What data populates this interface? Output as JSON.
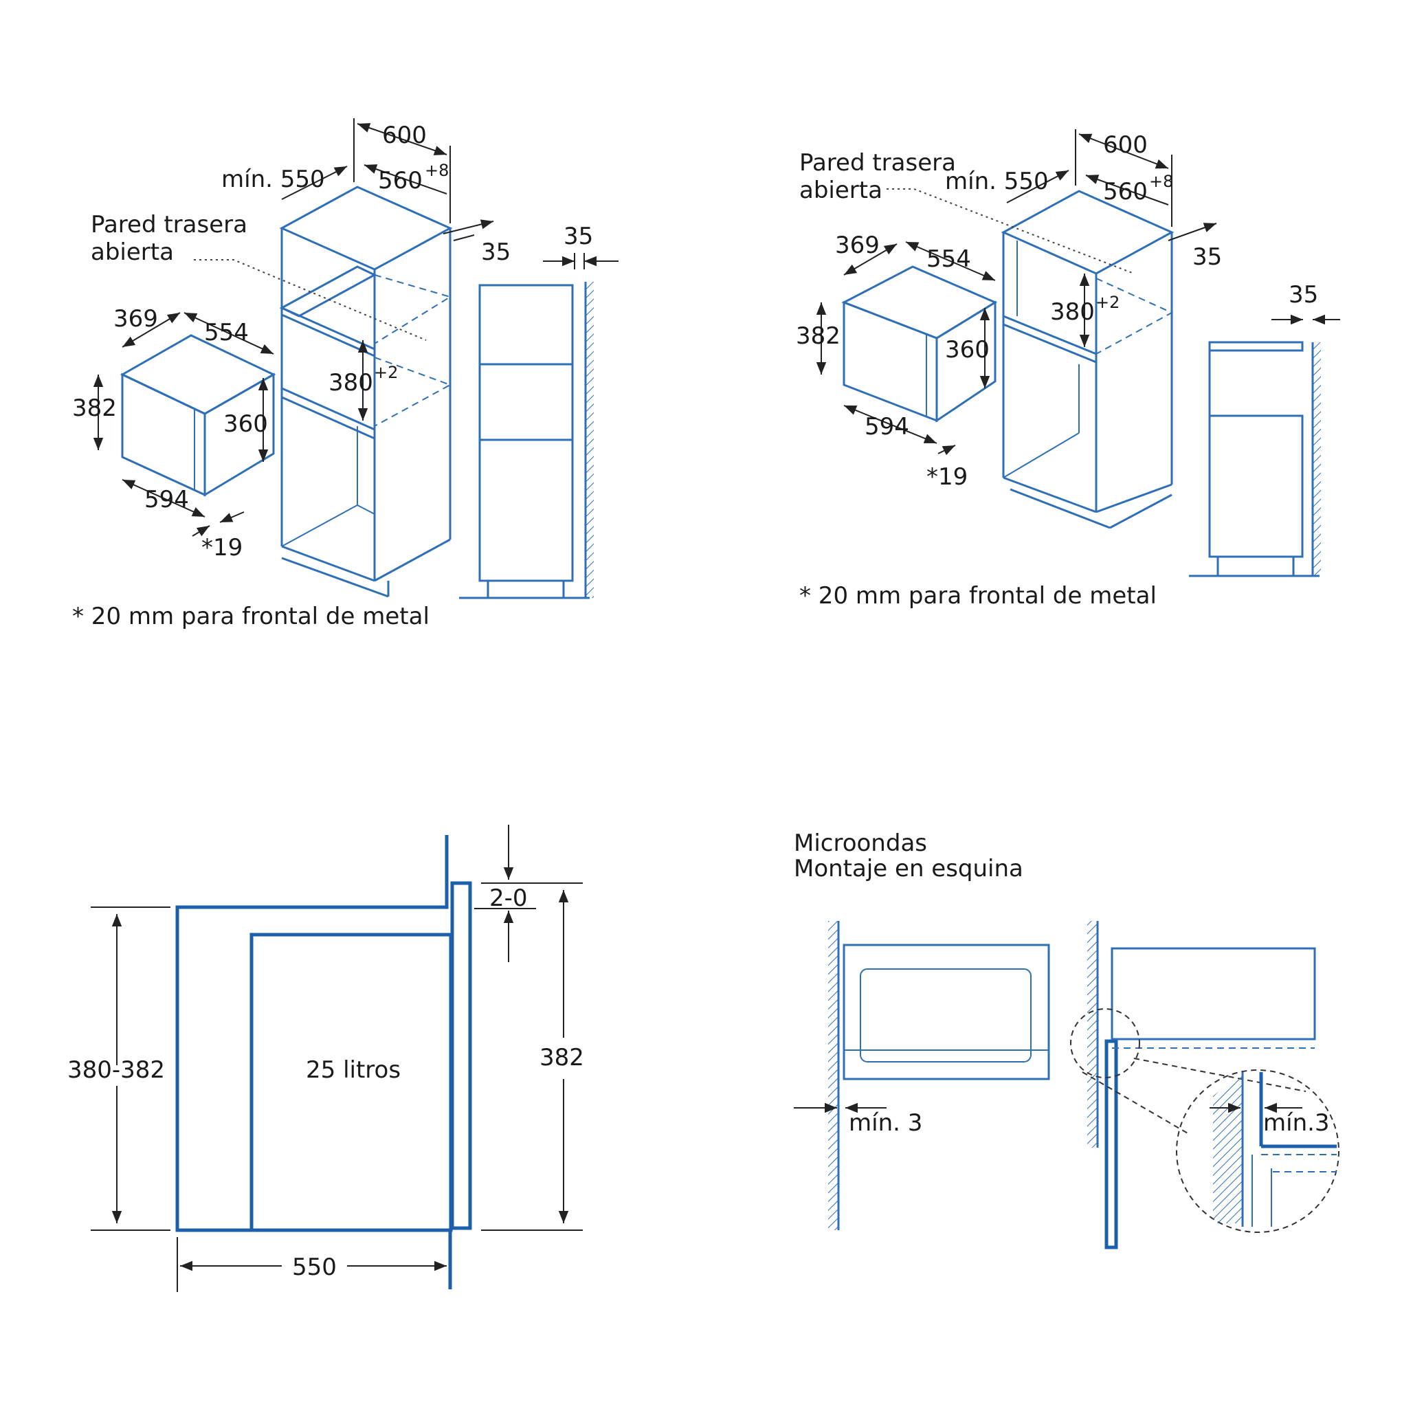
{
  "colors": {
    "line_blue": "#2f6fb6",
    "dimension_black": "#222222",
    "background": "#ffffff"
  },
  "panel_tl": {
    "d600": "600",
    "dmin550": "mín. 550",
    "d560": "560",
    "d560_tol": "+8",
    "d35a": "35",
    "d35b": "35",
    "pared_line1": "Pared trasera",
    "pared_line2": "abierta",
    "d369": "369",
    "d554": "554",
    "d382": "382",
    "d360": "360",
    "d380": "380",
    "d380_tol": "+2",
    "d594": "594",
    "d19": "*19",
    "note": "* 20 mm para frontal de metal"
  },
  "panel_tr": {
    "d600": "600",
    "dmin550": "mín. 550",
    "d560": "560",
    "d560_tol": "+8",
    "d35a": "35",
    "d35b": "35",
    "pared_line1": "Pared trasera",
    "pared_line2": "abierta",
    "d369": "369",
    "d554": "554",
    "d382": "382",
    "d360": "360",
    "d380": "380",
    "d380_tol": "+2",
    "d594": "594",
    "d19": "*19",
    "note": "* 20 mm para frontal de metal"
  },
  "panel_bl": {
    "d380_382": "380-382",
    "capacity": "25 litros",
    "d382": "382",
    "d2_0": "2-0",
    "d550": "550"
  },
  "panel_br": {
    "title_line1": "Microondas",
    "title_line2": "Montaje en esquina",
    "min3a": "mín. 3",
    "min3b": "mín.3"
  }
}
